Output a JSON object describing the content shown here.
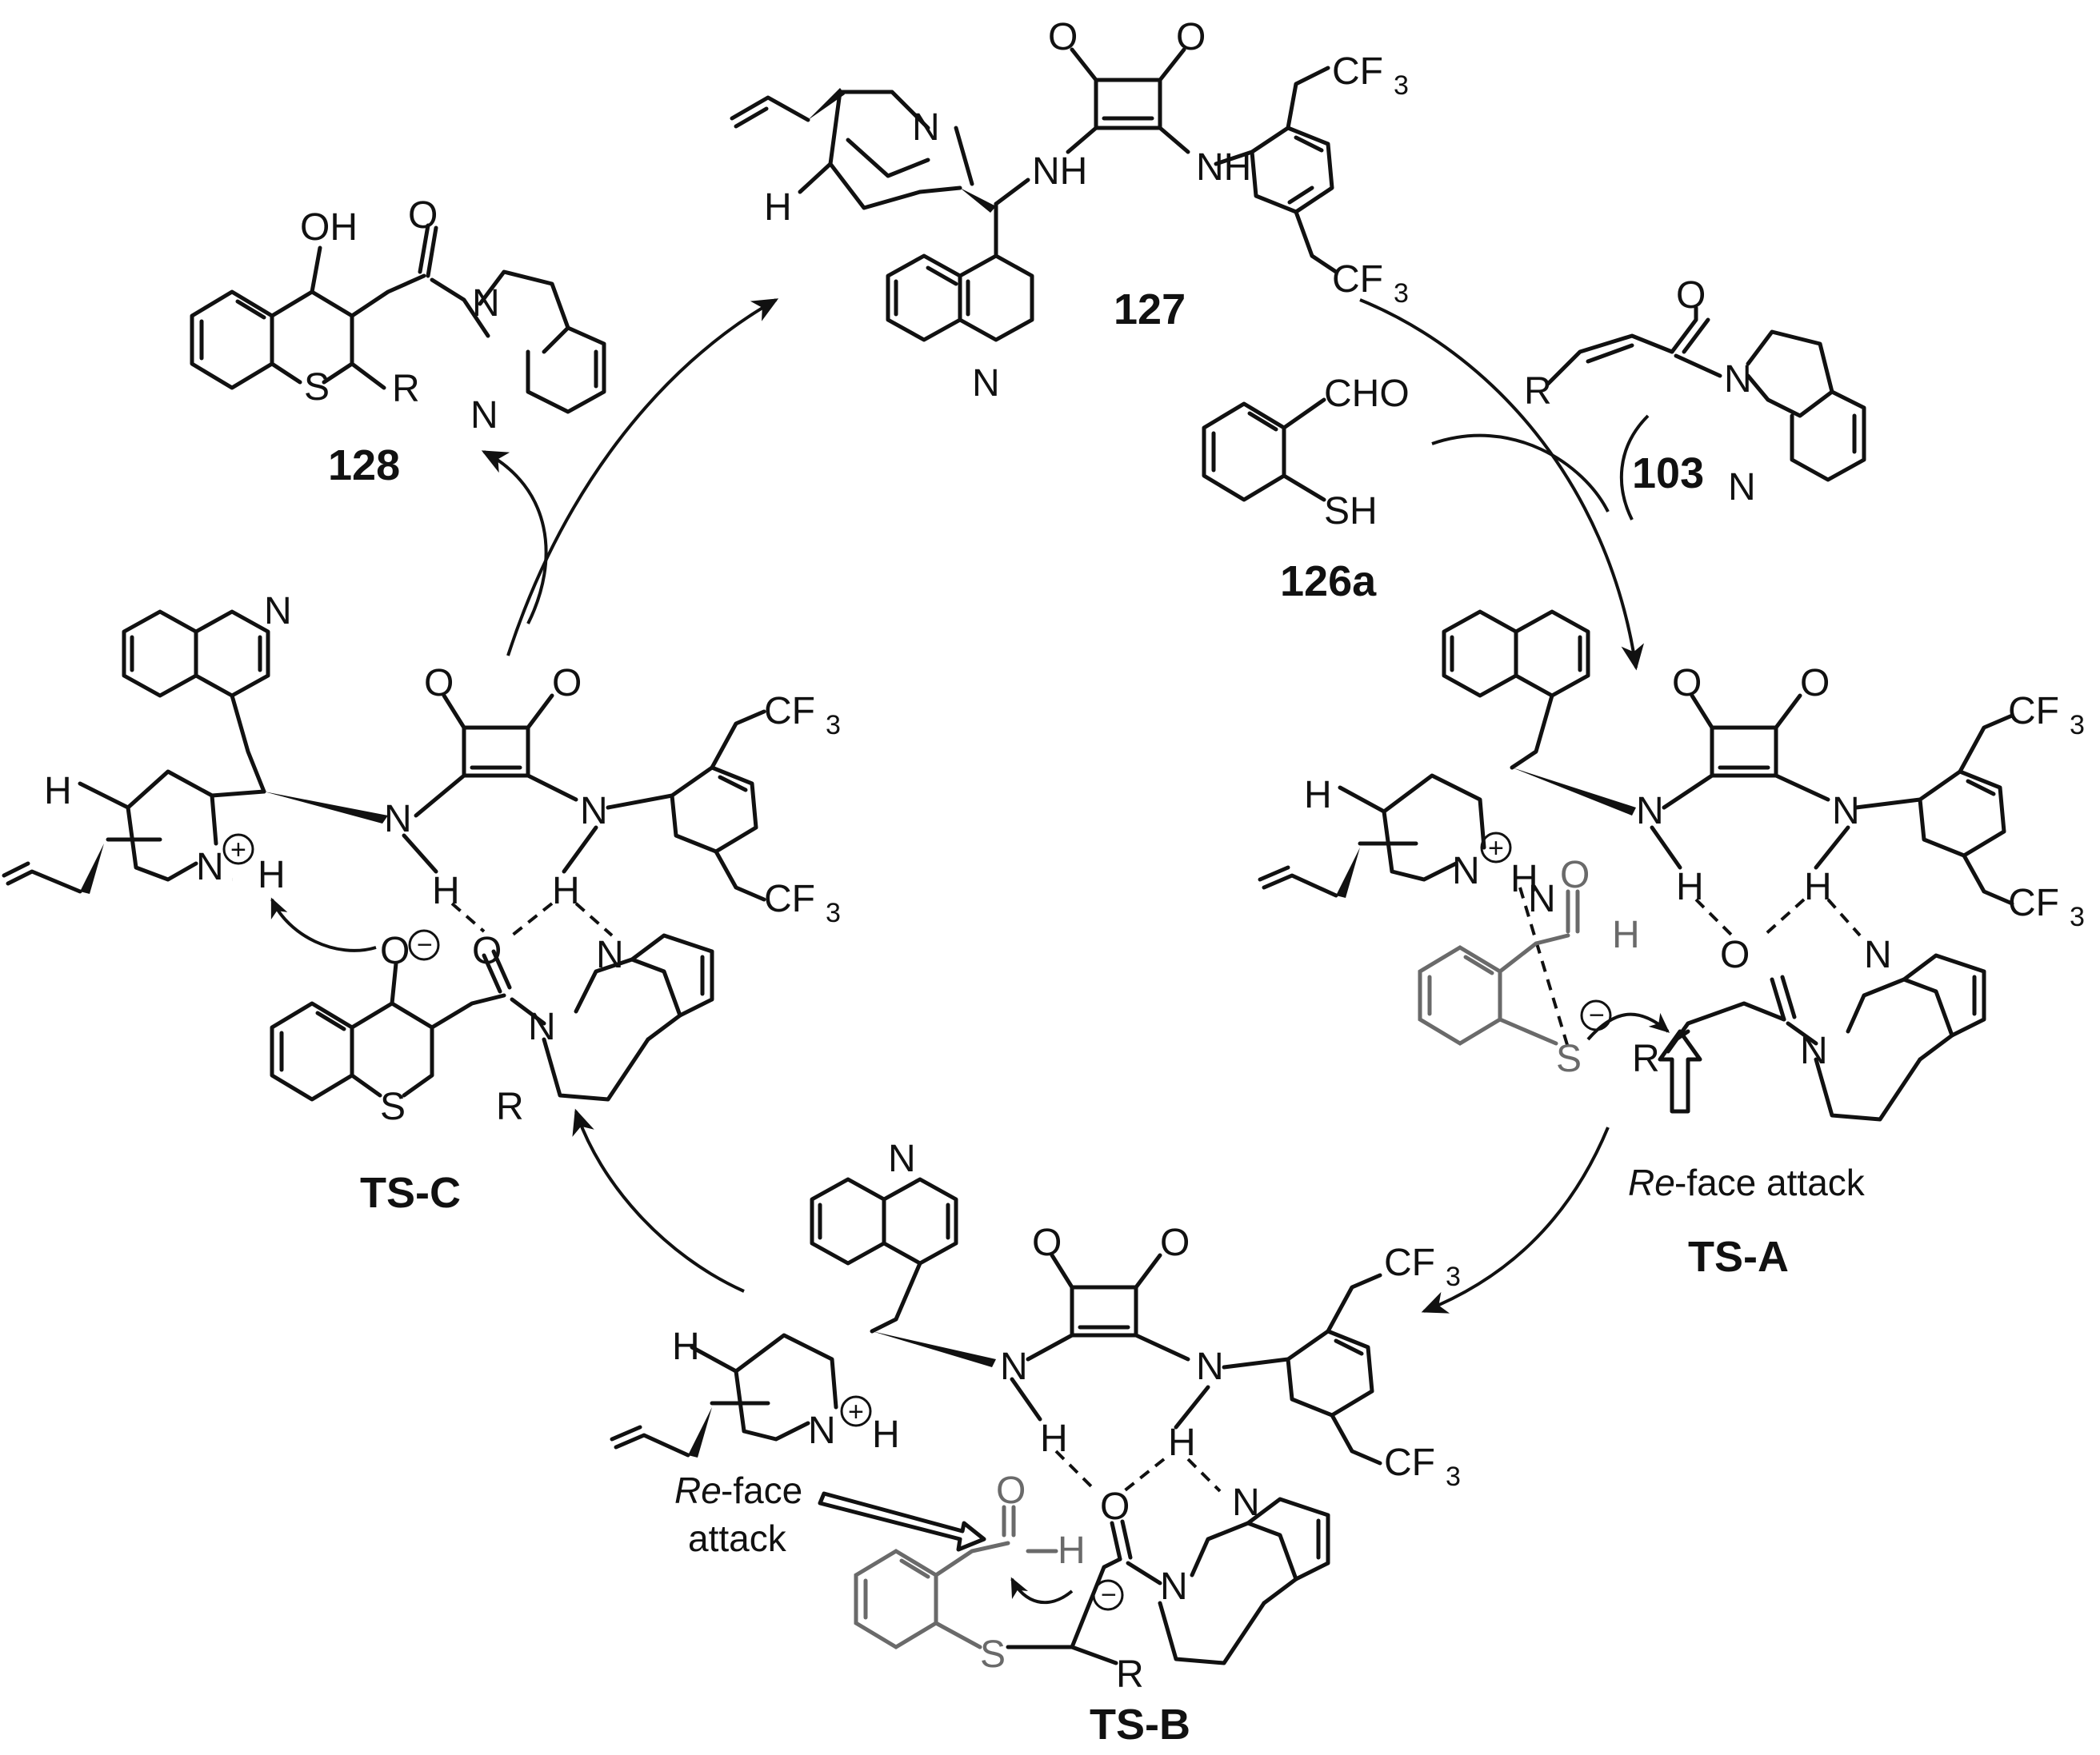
{
  "compounds": {
    "catalyst": "127",
    "product": "128",
    "substrate_aldehyde": "126a",
    "substrate_amide": "103"
  },
  "transition_states": {
    "ts_a": "TS-A",
    "ts_b": "TS-B",
    "ts_c": "TS-C"
  },
  "annotations": {
    "ts_a_face": "Re",
    "ts_a_attack": "-face attack",
    "ts_b_face": "Re",
    "ts_b_face_suffix": "-face",
    "ts_b_attack": "attack"
  },
  "atoms": {
    "n": "N",
    "nh": "NH",
    "h": "H",
    "o": "O",
    "oh": "OH",
    "s": "S",
    "r": "R",
    "cho": "CHO",
    "sh": "SH",
    "cf": "CF",
    "three": "3",
    "plus": "+",
    "minus": "−"
  }
}
